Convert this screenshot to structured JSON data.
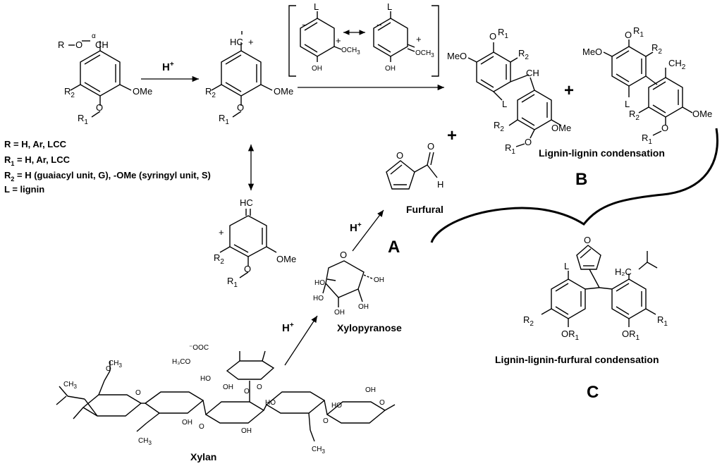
{
  "atoms": {
    "o": "O",
    "r": "R",
    "alpha": "α",
    "ch": "CH",
    "ome": "OMe",
    "meo": "MeO",
    "r1": "R",
    "r2": "R",
    "sub1": "1",
    "sub2": "2",
    "l": "L",
    "oh": "OH",
    "och3": "OCH",
    "sub3": "3",
    "plus_charge": "+",
    "minus_charge": "−",
    "hc": "HC",
    "ch2": "CH",
    "h2c": "H₂C",
    "h": "H",
    "ooc": "⁻OOC",
    "h3co": "H₃CO",
    "ho": "HO",
    "ch3": "CH",
    "ar": "Ar"
  },
  "reagents": {
    "h_plus": "H",
    "sup_plus": "+"
  },
  "legend": {
    "line_r": "R = H, Ar, LCC",
    "line_r1_a": "R",
    "line_r1_sub": "1",
    "line_r1_b": " = H, Ar, LCC",
    "line_r2_a": "R",
    "line_r2_sub": "2",
    "line_r2_b": " = H (guaiacyl unit, G), -OMe (syringyl unit, S)",
    "line_l": "L = lignin"
  },
  "labels": {
    "furfural": "Furfural",
    "xylopyranose": "Xylopyranose",
    "xylan": "Xylan",
    "lignin_lignin": "Lignin-lignin condensation",
    "lignin_furfural": "Lignin-lignin-furfural  condensation",
    "big_plus": "+",
    "letter_a": "A",
    "letter_b": "B",
    "letter_c": "C"
  }
}
